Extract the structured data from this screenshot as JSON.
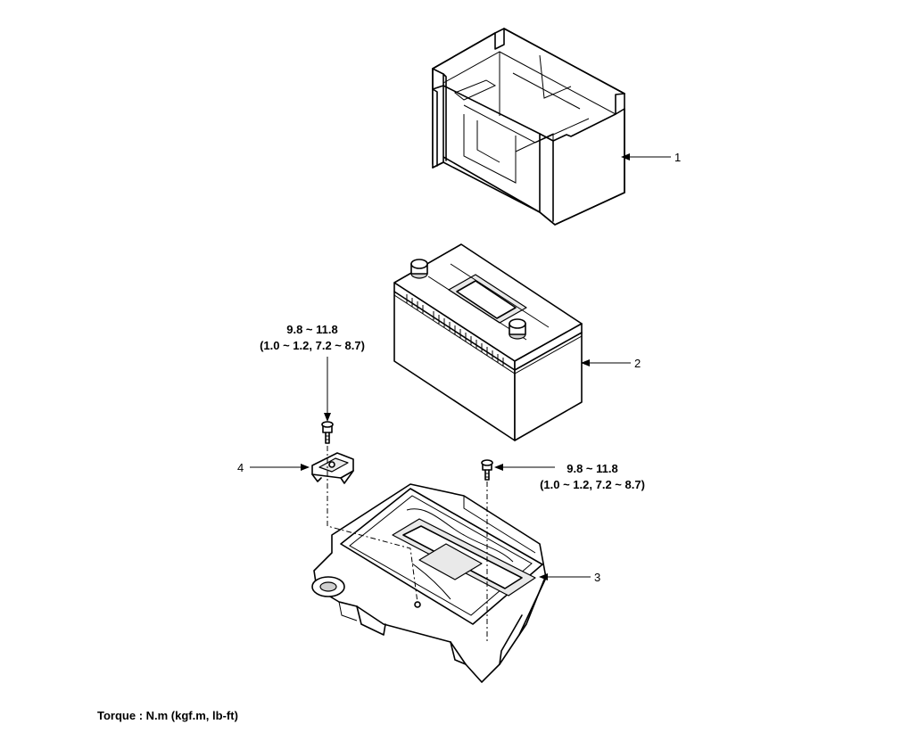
{
  "callouts": [
    {
      "number": "1",
      "part": "battery-cover"
    },
    {
      "number": "2",
      "part": "battery"
    },
    {
      "number": "3",
      "part": "battery-tray"
    },
    {
      "number": "4",
      "part": "battery-clamp"
    }
  ],
  "torque_left": {
    "line1": "9.8 ~ 11.8",
    "line2": "(1.0 ~ 1.2, 7.2 ~ 8.7)"
  },
  "torque_right": {
    "line1": "9.8 ~ 11.8",
    "line2": "(1.0 ~ 1.2, 7.2 ~ 8.7)"
  },
  "footer": {
    "torque_units": "Torque : N.m (kgf.m, lb-ft)"
  }
}
